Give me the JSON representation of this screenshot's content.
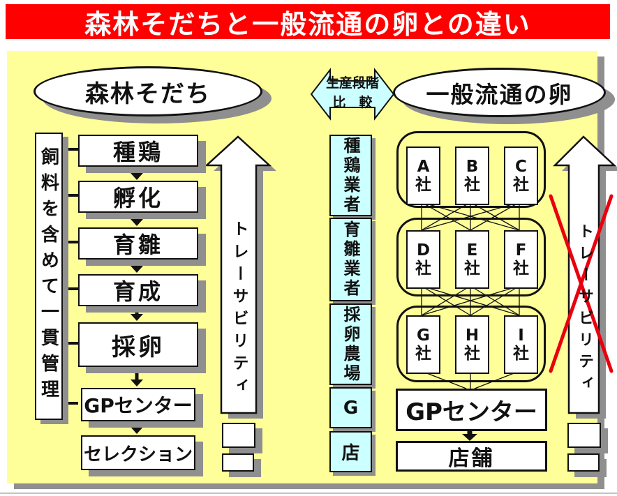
{
  "title": "森林そだちと一般流通の卵との違い",
  "compare_arrow": {
    "line1": "生産段階",
    "line2": "比　較"
  },
  "forest": {
    "heading": "森林そだち",
    "management_bar": "飼料を含めて一貫管理",
    "steps": [
      "種鶏",
      "孵化",
      "育雛",
      "育成",
      "採卵",
      "GPセンター",
      "セレクション"
    ],
    "traceability": "トレーサビリティ"
  },
  "stages": [
    "種鶏業者",
    "育雛業者",
    "採卵農場",
    "G",
    "店"
  ],
  "general": {
    "heading": "一般流通の卵",
    "companies": [
      [
        "A\n社",
        "B\n社",
        "C\n社"
      ],
      [
        "D\n社",
        "E\n社",
        "F\n社"
      ],
      [
        "G\n社",
        "H\n社",
        "I\n社"
      ]
    ],
    "gp_center": "GPセンター",
    "store": "店舗",
    "traceability": "トレーサビリティ"
  },
  "colors": {
    "banner_red": "#ff0000",
    "panel_yellow": "#ffff99",
    "stage_cyan": "#ccffff",
    "shadow_gray": "#8f8f8f",
    "cross_red": "#e8000d"
  }
}
